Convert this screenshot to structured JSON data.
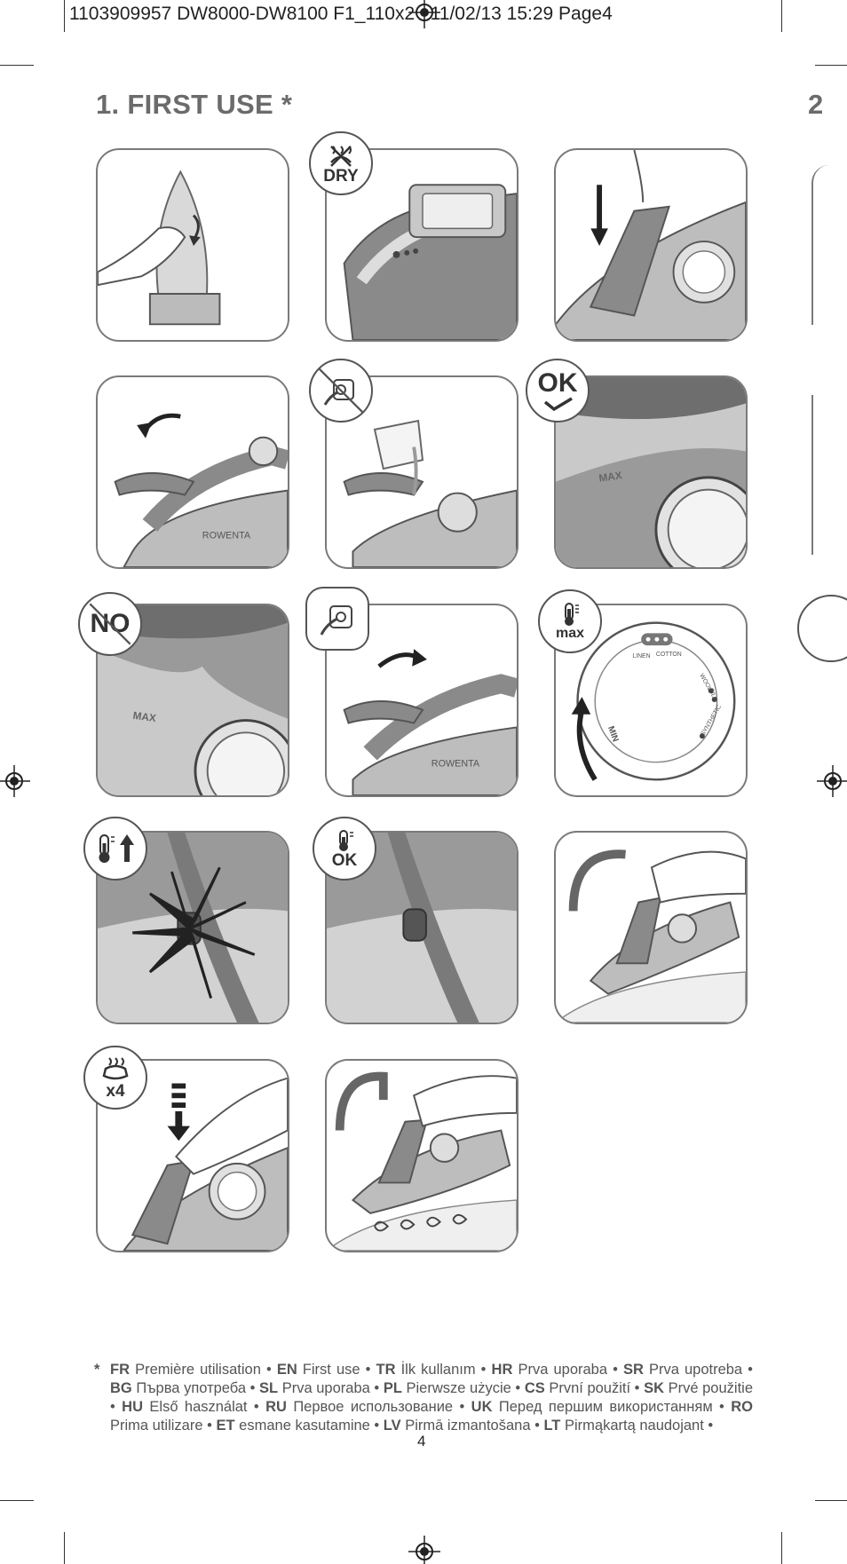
{
  "header": {
    "text": "1103909957 DW8000-DW8100 F1_110x2   11/02/13 15:29 Page4"
  },
  "section": {
    "title": "1. FIRST USE *",
    "next_section_partial": "2"
  },
  "badges": {
    "dry": "DRY",
    "ok_check": "OK",
    "no": "NO",
    "max": "max",
    "ok_temp": "OK",
    "x4": "x4"
  },
  "dial": {
    "linen": "LINEN",
    "cotton": "COTTON",
    "wool": "WOOL",
    "silk": "SILK",
    "synthetic": "SYNTHETIC",
    "min": "MIN"
  },
  "tank": {
    "max_label": "MAX"
  },
  "iron": {
    "brand": "ROWENTA"
  },
  "footnote": {
    "star": "*",
    "items": [
      {
        "code": "FR",
        "text": "Première utilisation"
      },
      {
        "code": "EN",
        "text": "First use"
      },
      {
        "code": "TR",
        "text": "İlk kullanım"
      },
      {
        "code": "HR",
        "text": "Prva uporaba"
      },
      {
        "code": "SR",
        "text": "Prva upotreba"
      },
      {
        "code": "BG",
        "text": "Първа употреба"
      },
      {
        "code": "SL",
        "text": "Prva uporaba"
      },
      {
        "code": "PL",
        "text": "Pierwsze użycie"
      },
      {
        "code": "CS",
        "text": "První použití"
      },
      {
        "code": "SK",
        "text": "Prvé použitie"
      },
      {
        "code": "HU",
        "text": "Első használat"
      },
      {
        "code": "RU",
        "text": "Первое использование"
      },
      {
        "code": "UK",
        "text": "Перед першим використанням"
      },
      {
        "code": "RO",
        "text": "Prima utilizare"
      },
      {
        "code": "ET",
        "text": "esmane kasutamine"
      },
      {
        "code": "LV",
        "text": "Pirmā izmantošana"
      },
      {
        "code": "LT",
        "text": "Pirmąkartą naudojant"
      }
    ]
  },
  "page_number": "4"
}
